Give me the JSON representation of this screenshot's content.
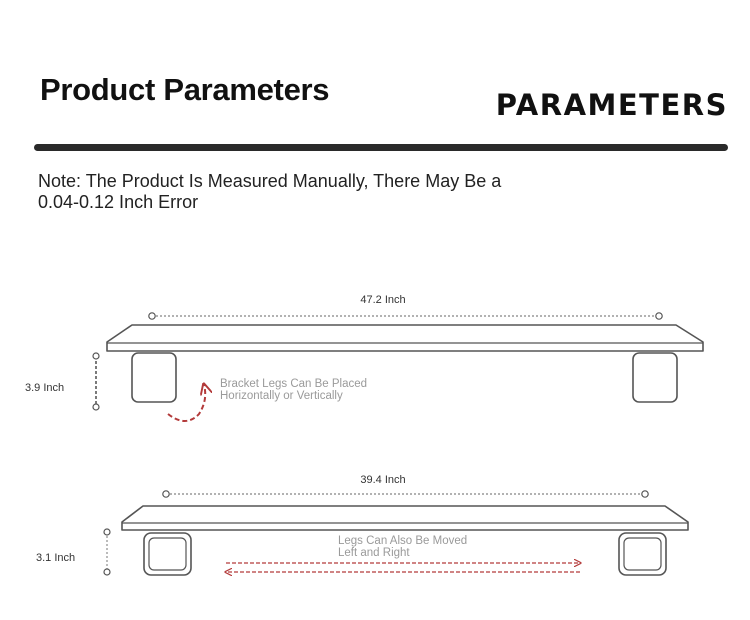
{
  "header": {
    "title": "Product Parameters",
    "tag": "PARAMETERS"
  },
  "note": {
    "line1": "Note: The Product Is Measured Manually, There May Be a",
    "line2": "0.04-0.12 Inch Error"
  },
  "diagram_top": {
    "width_label": "47.2 Inch",
    "height_label": "3.9 Inch",
    "caption_line1": "Bracket Legs Can Be Placed",
    "caption_line2": "Horizontally or Vertically"
  },
  "diagram_bottom": {
    "width_label": "39.4 Inch",
    "height_label": "3.1 Inch",
    "caption_line1": "Legs Can Also Be Moved",
    "caption_line2": "Left and Right"
  },
  "colors": {
    "accent_arrow": "#b33a3a",
    "outline": "#555555",
    "rule": "#2a2a2a"
  }
}
